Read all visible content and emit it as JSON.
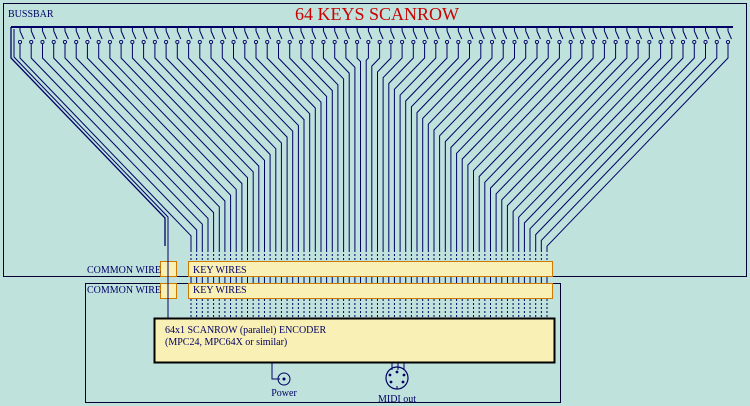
{
  "title": "64 KEYS SCANROW",
  "labels": {
    "bussbar": "BUSSBAR",
    "common_wire_top": "COMMON WIRE",
    "key_wires_top": "KEY WIRES",
    "common_wire_bottom": "COMMON WIRE",
    "key_wires_bottom": "KEY WIRES",
    "encoder_line1": "64x1 SCANROW (parallel) ENCODER",
    "encoder_line2": "(MPC24, MPC64X or similar)",
    "power": "Power",
    "midi_out": "MIDI out"
  },
  "diagram": {
    "key_count": 64,
    "colors": {
      "background": "#bfe2dc",
      "wire": "#000066",
      "title": "#cc0000",
      "connector_fill": "#f8f0b4",
      "connector_stroke": "#cc7a00",
      "encoder_fill": "#f8f0b4"
    }
  }
}
